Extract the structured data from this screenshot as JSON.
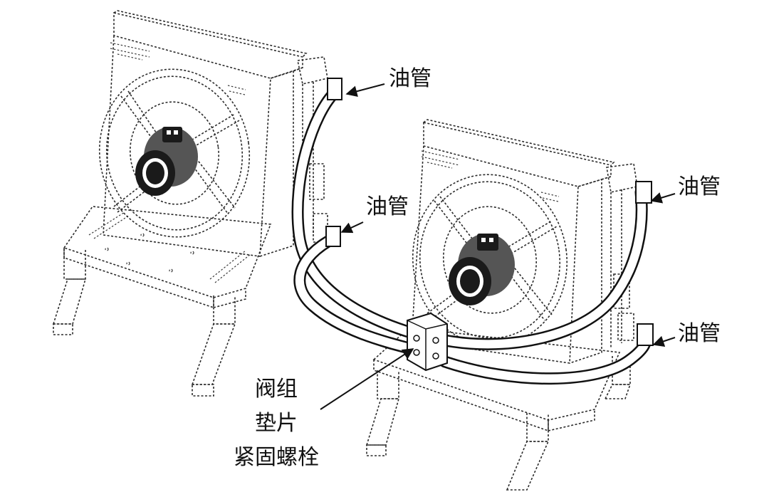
{
  "labels": {
    "oil_pipe": "油管",
    "valve_group": "阀组",
    "gasket": "垫片",
    "fastening_bolt": "紧固螺栓"
  },
  "colors": {
    "line": "#111111",
    "background": "#ffffff"
  }
}
